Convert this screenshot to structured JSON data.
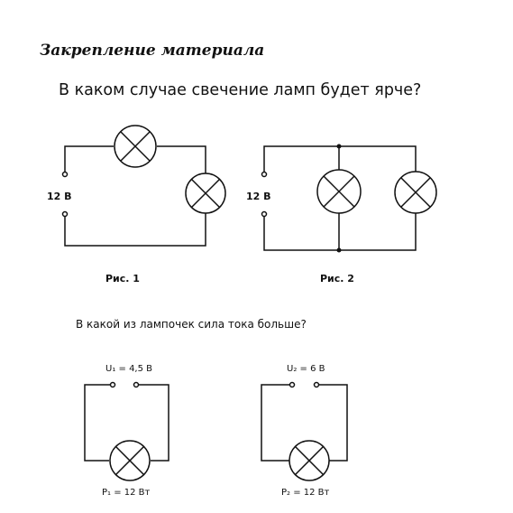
{
  "heading": "Закрепление материала",
  "question_1": "В каком случае свечение ламп будет ярче?",
  "question_2": "В какой из лампочек сила тока больше?",
  "figure_1": {
    "voltage_label": "12 В",
    "caption": "Рис. 1"
  },
  "figure_2": {
    "voltage_label": "12 В",
    "caption": "Рис. 2"
  },
  "circuit_1": {
    "voltage_label": "U₁ = 4,5 В",
    "power_label": "P₁ = 12 Вт"
  },
  "circuit_2": {
    "voltage_label": "U₂ = 6 В",
    "power_label": "P₂ = 12 Вт"
  },
  "colors": {
    "ink": "#111111",
    "background": "#ffffff"
  }
}
